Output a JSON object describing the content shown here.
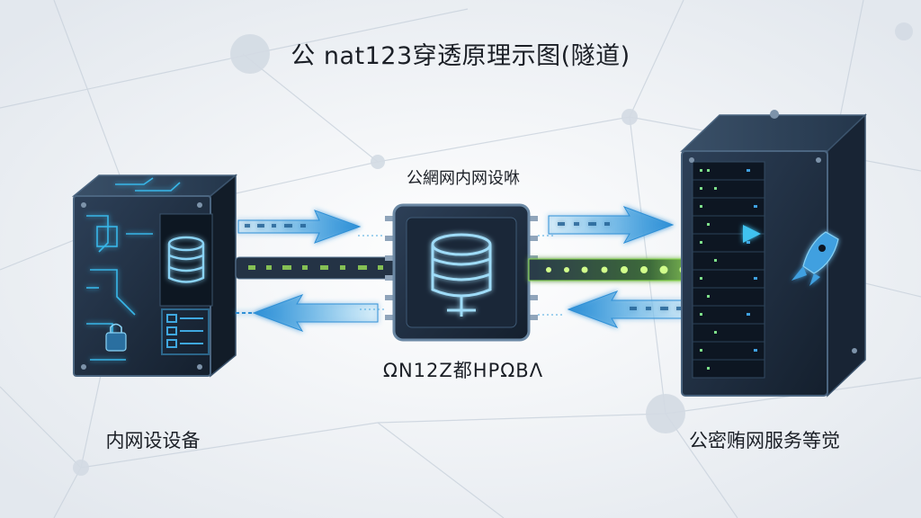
{
  "title": "公 nat123穿透原理示图(隧道)",
  "labels": {
    "middle_top": "公網网内网设咻",
    "middle_bottom": "ΩΝ12Z都ΗΡΩΒΛ",
    "left_device": "内网设设备",
    "right_server": "公密贿网服务等觉"
  },
  "colors": {
    "background": "#eef1f5",
    "device_body": "#1f2d3f",
    "circuit_cyan": "#38b6e8",
    "tunnel_green": "#a6f05a",
    "rocket_blue": "#3fa0e0",
    "text": "#1b1f26"
  },
  "icons": [
    "database-icon",
    "chip-database-icon",
    "rocket-icon",
    "lock-icon",
    "list-icon"
  ]
}
